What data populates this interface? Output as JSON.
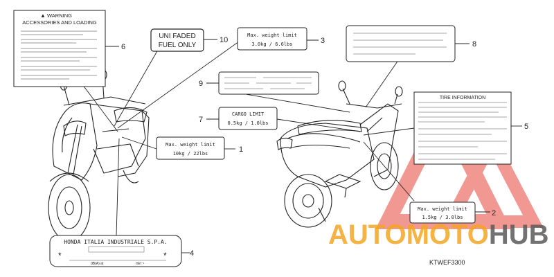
{
  "labels": {
    "warning": {
      "title": "WARNING",
      "subtitle": "ACCESSORIES AND LOADING",
      "callout": "6"
    },
    "uni_faded": {
      "line1": "UNI FADED",
      "line2": "FUEL  ONLY",
      "callout": "10"
    },
    "max_weight_3": {
      "line1": "Max. weight limit",
      "line2": "3.0kg  / 6.6lbs",
      "callout": "3"
    },
    "label_8": {
      "callout": "8"
    },
    "label_9": {
      "callout": "9"
    },
    "cargo_limit": {
      "line1": "CARGO LIMIT",
      "line2": "0.5kg  / 1.0lbs",
      "callout": "7"
    },
    "tire_info": {
      "title": "TIRE INFORMATION",
      "callout": "5"
    },
    "max_weight_1": {
      "line1": "Max. weight limit",
      "line2": "10kg  / 22lbs",
      "callout": "1"
    },
    "max_weight_2": {
      "line1": "Max. weight limit",
      "line2": "1.5kg  / 3.0lbs",
      "callout": "2"
    },
    "honda_plate": {
      "line1": "HONDA ITALIA INDUSTRIALE S.P.A.",
      "star_left": "*",
      "star_right": "*",
      "db_text": "dB(A) at",
      "min_text": "min⁻¹",
      "callout": "4"
    }
  },
  "watermark": {
    "text_auto": "AUTO",
    "text_moto": "MOTO",
    "text_hub": "HUB",
    "color_red": "#e8453c",
    "color_orange": "#f4a623",
    "color_gray": "#5a5a5a"
  },
  "diagram_code": "KTWEF3300"
}
